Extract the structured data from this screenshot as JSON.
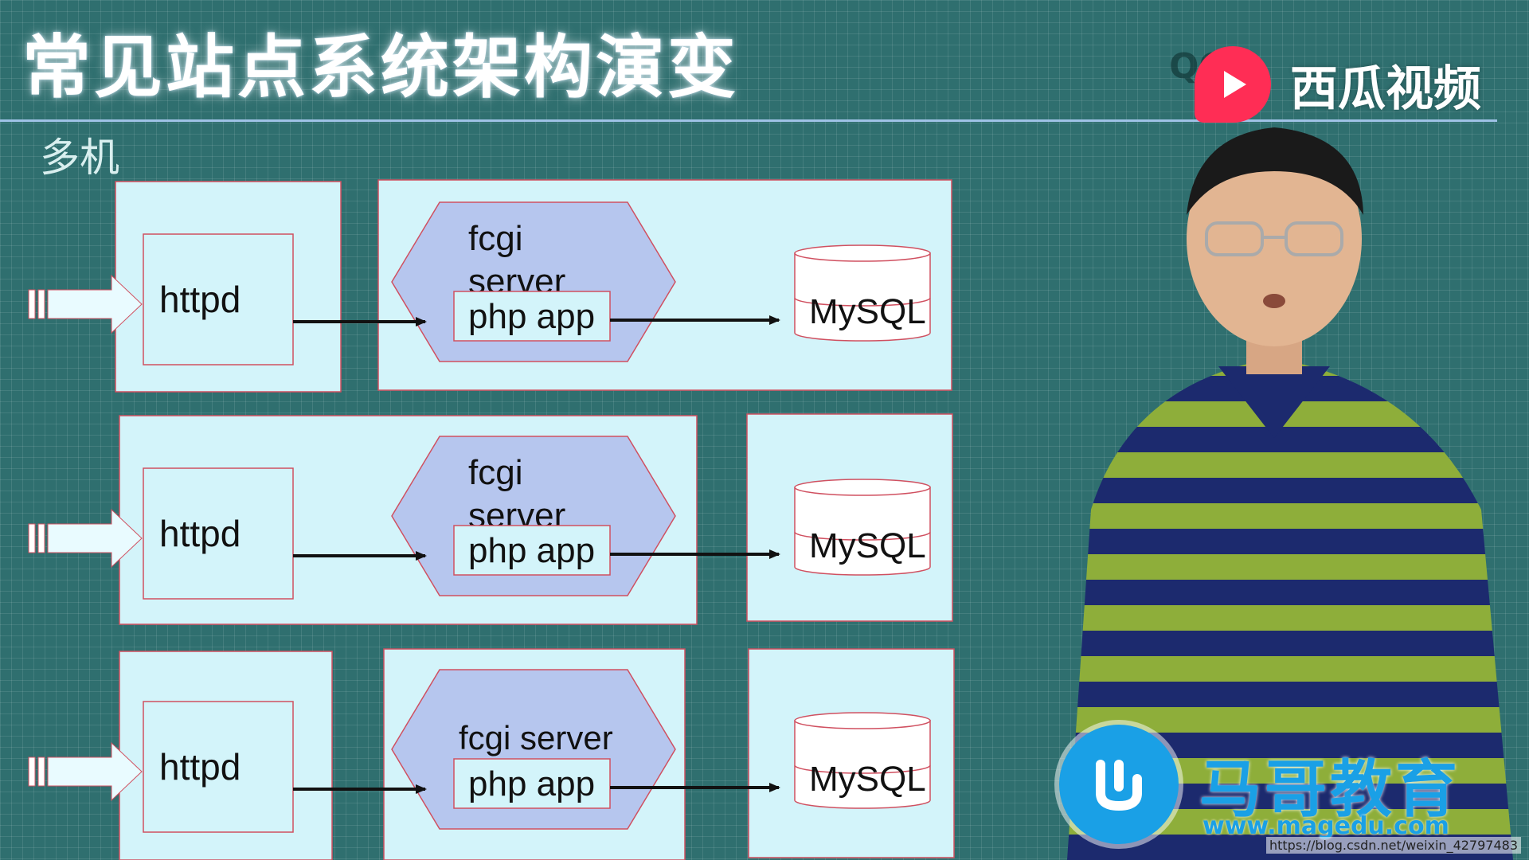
{
  "slide": {
    "title": "常见站点系统架构演变",
    "subtitle": "多机",
    "qq": "QQ"
  },
  "diagram": {
    "rows": [
      {
        "httpd": "httpd",
        "fcgi_lines": [
          "fcgi",
          "server"
        ],
        "php": "php app",
        "db": "MySQL"
      },
      {
        "httpd": "httpd",
        "fcgi_lines": [
          "fcgi",
          "server"
        ],
        "php": "php app",
        "db": "MySQL"
      },
      {
        "httpd": "httpd",
        "fcgi_lines": [
          "fcgi server"
        ],
        "php": "php app",
        "db": "MySQL"
      }
    ]
  },
  "watermarks": {
    "xigua": "西瓜视频",
    "magedu_name": "马哥教育",
    "magedu_url": "www.magedu.com",
    "csdn_url": "https://blog.csdn.net/weixin_42797483"
  },
  "colors": {
    "panel": "#d3f4fa",
    "panel_border": "#d05060",
    "hexagon": "#b6c6ee",
    "accent_xigua": "#ff2d55",
    "accent_magedu": "#1aa0e6"
  }
}
